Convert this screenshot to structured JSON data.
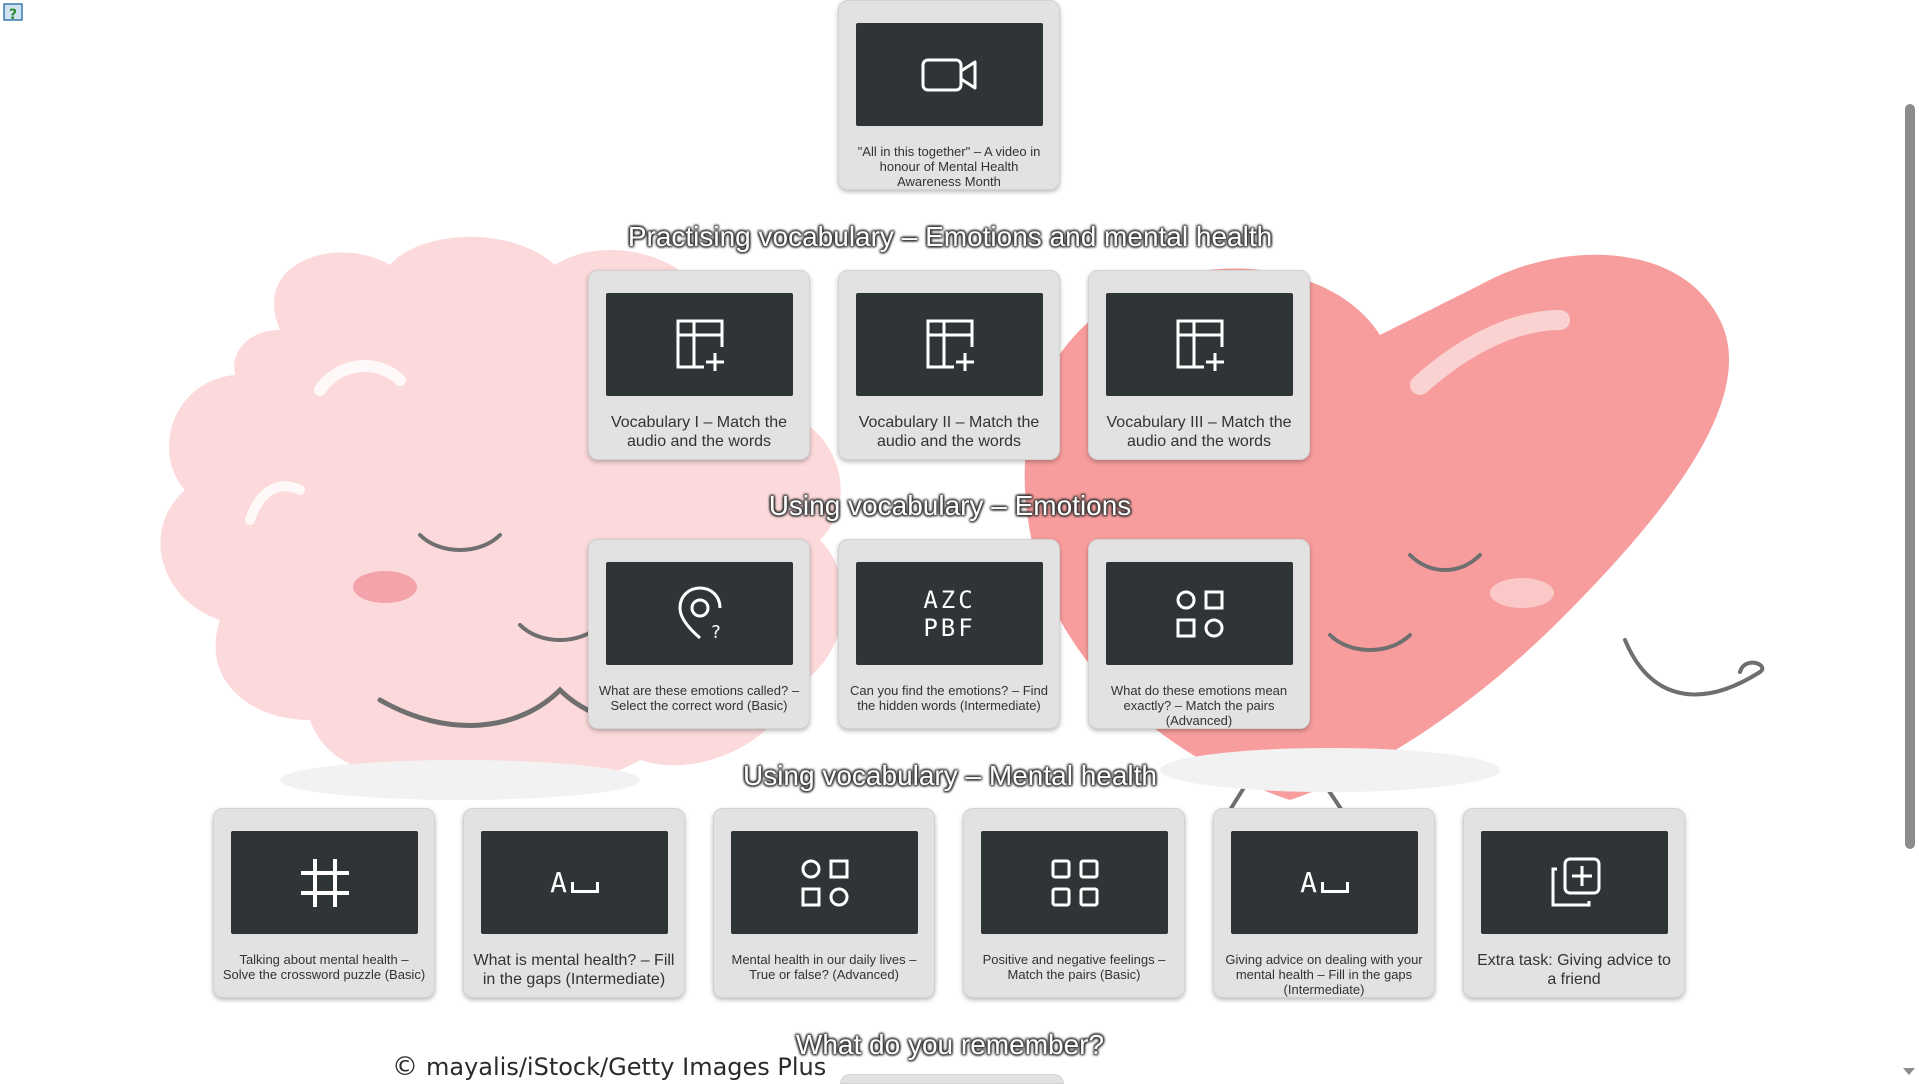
{
  "top_tile": {
    "label": "\"All in this together\" – A video in honour of Mental Health Awareness Month",
    "icon": "video-camera-icon"
  },
  "sections": [
    {
      "heading": "Practising vocabulary – Emotions and mental health",
      "tiles": [
        {
          "label": "Vocabulary I – Match the audio and the words",
          "icon": "table-add-icon"
        },
        {
          "label": "Vocabulary II – Match the audio and the words",
          "icon": "table-add-icon"
        },
        {
          "label": "Vocabulary III – Match the audio and the words",
          "icon": "table-add-icon"
        }
      ]
    },
    {
      "heading": "Using vocabulary – Emotions",
      "tiles": [
        {
          "label": "What are these emotions called? – Select the correct word (Basic)",
          "icon": "location-question-icon"
        },
        {
          "label": "Can you find the emotions? – Find the hidden words (Intermediate)",
          "icon": "letter-grid-icon",
          "icon_text_line1": "AZC",
          "icon_text_line2": "PBF"
        },
        {
          "label": "What do these emotions mean exactly? – Match the pairs (Advanced)",
          "icon": "match-pairs-icon"
        }
      ]
    },
    {
      "heading": "Using vocabulary – Mental health",
      "tiles": [
        {
          "label": "Talking about mental health – Solve the crossword puzzle (Basic)",
          "icon": "hashtag-icon"
        },
        {
          "label": "What is mental health? – Fill in the gaps (Intermediate)",
          "icon": "fill-gap-icon",
          "icon_text": "A"
        },
        {
          "label": "Mental health in our daily lives – True or false? (Advanced)",
          "icon": "match-pairs-icon"
        },
        {
          "label": "Positive and negative feelings – Match the pairs (Basic)",
          "icon": "four-squares-icon"
        },
        {
          "label": "Giving advice on dealing with your mental health – Fill in the gaps (Intermediate)",
          "icon": "fill-gap-icon",
          "icon_text": "A"
        },
        {
          "label": "Extra task: Giving advice to a friend",
          "icon": "add-copy-icon"
        }
      ]
    },
    {
      "heading": "What do you remember?",
      "tiles": []
    }
  ],
  "copyright": {
    "symbol": "©",
    "text": "mayalis/iStock/Getty Images Plus"
  },
  "corner_icons": {
    "left": "help-icon",
    "right": "fullscreen-exit-icon"
  },
  "colors": {
    "tile_bg": "#e2e2e2",
    "thumb_bg": "#2f3436",
    "heading_text": "#ffffff",
    "brain": "#fcd7d8",
    "heart": "#f79c9c"
  }
}
